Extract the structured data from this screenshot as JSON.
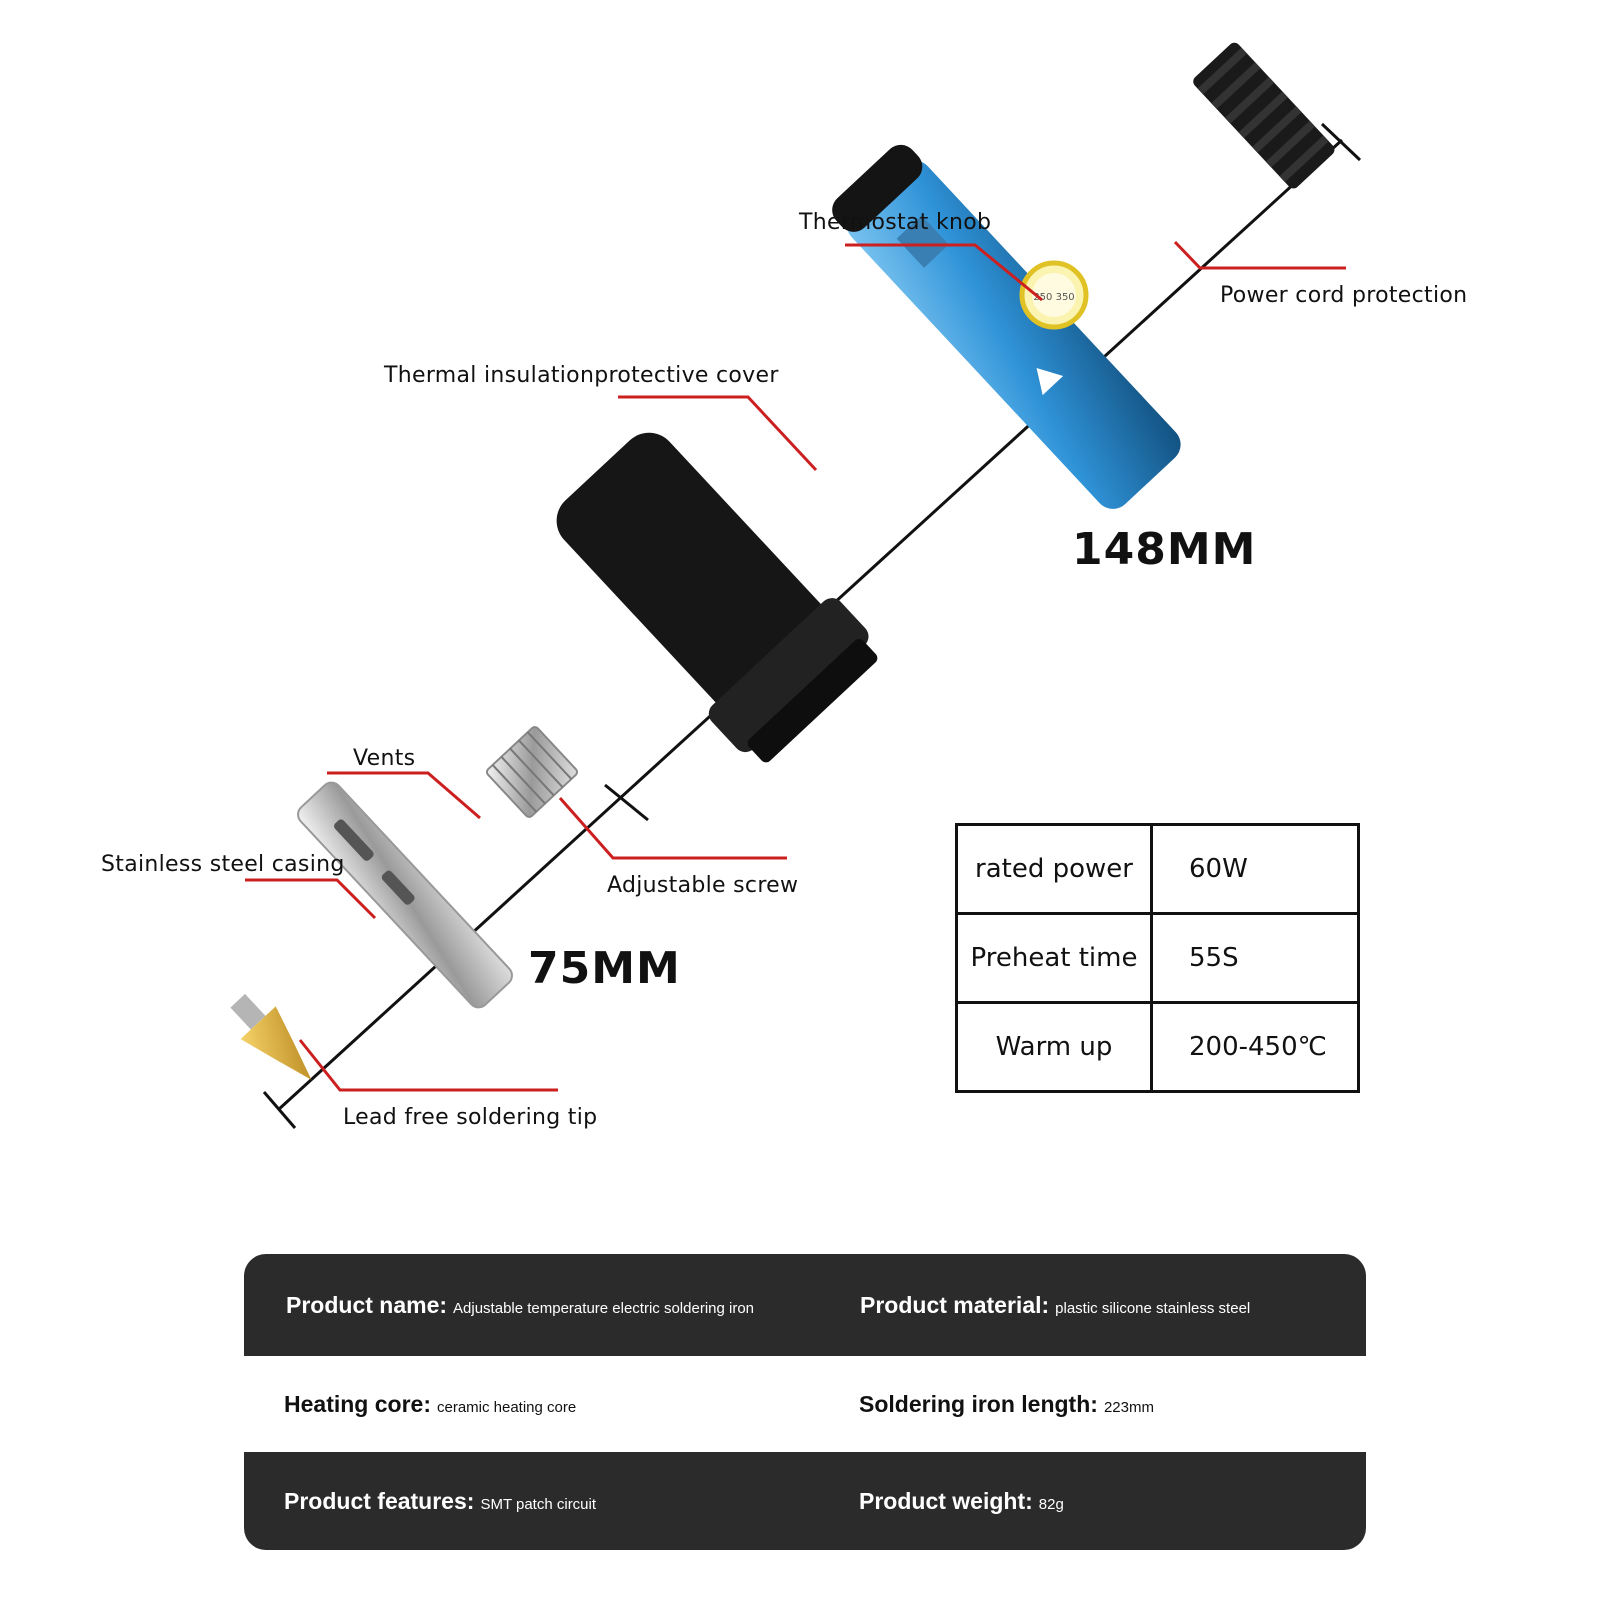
{
  "callouts": {
    "thermostat_knob": "Thermostat knob",
    "power_cord_protection": "Power cord protection",
    "thermal_cover": "Thermal insulationprotective cover",
    "vents": "Vents",
    "stainless_casing": "Stainless steel casing",
    "adjustable_screw": "Adjustable screw",
    "lead_free_tip": "Lead free soldering tip"
  },
  "dimensions": {
    "overall": "148MM",
    "tip_section": "75MM"
  },
  "spec_table": [
    {
      "label": "rated power",
      "value": "60W"
    },
    {
      "label": "Preheat time",
      "value": "55S"
    },
    {
      "label": "Warm up",
      "value": "200-450℃"
    }
  ],
  "info_rows": [
    {
      "left": {
        "label": "Product name:",
        "value": "Adjustable temperature electric  soldering iron"
      },
      "right": {
        "label": "Product material:",
        "value": "plastic silicone stainless steel"
      }
    },
    {
      "left": {
        "label": "Heating core:",
        "value": "ceramic heating core"
      },
      "right": {
        "label": "Soldering iron length:",
        "value": "223mm"
      }
    },
    {
      "left": {
        "label": "Product features:",
        "value": "SMT patch circuit"
      },
      "right": {
        "label": "Product weight:",
        "value": "82g"
      }
    }
  ],
  "colors": {
    "leader_line": "#cc1f1f",
    "handle_blue": "#2f93d8",
    "grip_black": "#151515",
    "tip_brass": "#d4a52a",
    "info_dark": "#2b2b2b"
  }
}
